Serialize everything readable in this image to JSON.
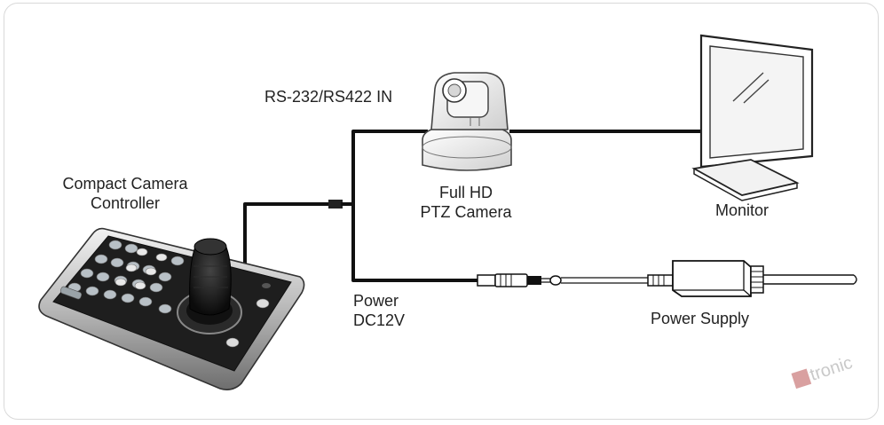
{
  "labels": {
    "interface_in": "RS-232/RS422 IN",
    "controller_line1": "Compact Camera",
    "controller_line2": "Controller",
    "camera_line1": "Full HD",
    "camera_line2": "PTZ Camera",
    "monitor": "Monitor",
    "power_line1": "Power",
    "power_line2": "DC12V",
    "power_supply": "Power Supply"
  },
  "watermark": "tronic",
  "icons": [
    "joystick-controller-icon",
    "ptz-camera-icon",
    "monitor-icon",
    "power-adapter-icon",
    "dc-plug-icon"
  ],
  "colors": {
    "cable": "#111111",
    "frame": "#d9d9d9",
    "text": "#222222"
  }
}
